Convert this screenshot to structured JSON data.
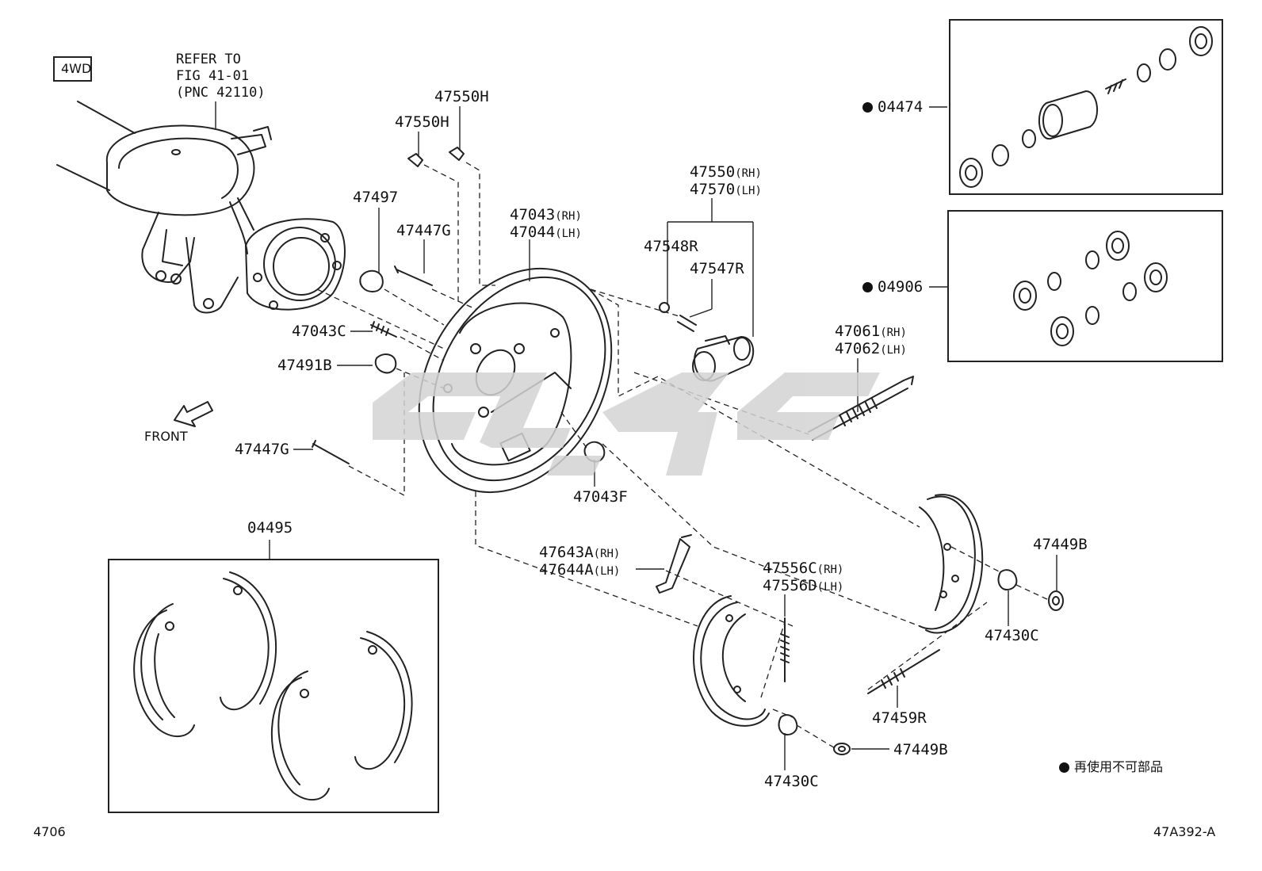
{
  "badge_4wd": "4WD",
  "refer_note": "REFER TO\nFIG 41-01\n(PNC 42110)",
  "front_label": "FRONT",
  "page_code": "4706",
  "figure_id": "47A392-A",
  "legend_text": "再使用不可部品",
  "parts": {
    "p47550H_a": "47550H",
    "p47550H_b": "47550H",
    "p47497": "47497",
    "p47447G_a": "47447G",
    "p47043_rh": "47043",
    "p47044_lh": "47044",
    "rh": "(RH)",
    "lh": "(LH)",
    "p47550_rh": "47550",
    "p47570_lh": "47570",
    "p47548R": "47548R",
    "p47547R": "47547R",
    "p04474": "04474",
    "p04906": "04906",
    "p47061_rh": "47061",
    "p47062_lh": "47062",
    "p47043C": "47043C",
    "p47491B": "47491B",
    "p47447G_b": "47447G",
    "p47043F": "47043F",
    "p04495": "04495",
    "p47643A_rh": "47643A",
    "p47644A_lh": "47644A",
    "p47556C_rh": "47556C",
    "p47556D_lh": "47556D",
    "p47449B_a": "47449B",
    "p47430C_a": "47430C",
    "p47459R": "47459R",
    "p47430C_b": "47430C",
    "p47449B_b": "47449B"
  },
  "colors": {
    "line": "#222222",
    "watermark": "#d3d3d3"
  }
}
